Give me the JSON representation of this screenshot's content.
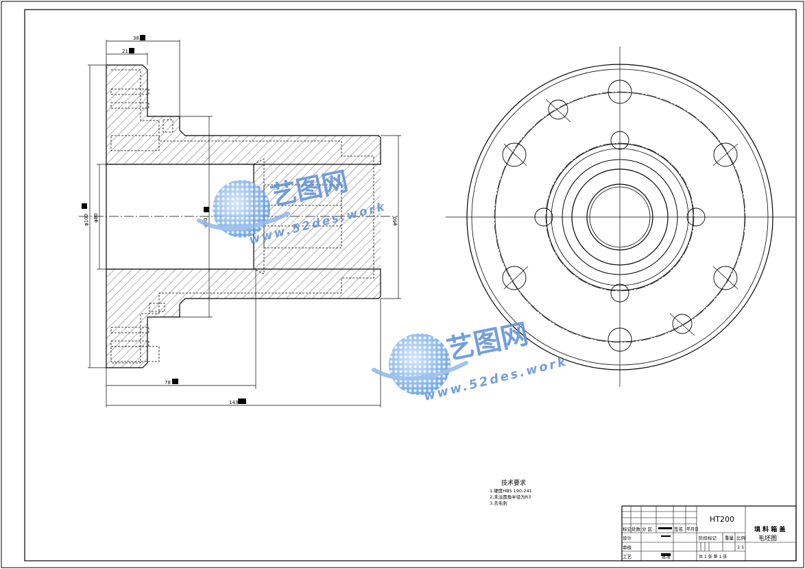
{
  "dimensions": {
    "top_outer": "38",
    "top_inner": "21",
    "left_outer_dia": "φ100",
    "left_inner_dia": "φ80",
    "center_dia": "φ50",
    "right_dia": "φ60",
    "bottom_mid": "78",
    "bottom_total": "143"
  },
  "notes": {
    "title": "技术要求",
    "lines": [
      "1.硬度HBS 190-241",
      "2.未注圆角半径为R3",
      "3.去毛刺"
    ]
  },
  "title_block": {
    "material": "HT200",
    "part_name": "填 料 箱 盖",
    "drawing_type": "毛坯图",
    "scale_value": "1:1",
    "labels": {
      "mark": "标记",
      "count": "处数",
      "zone": "分 区",
      "sign": "签名",
      "date": "年月日",
      "design": "设计",
      "review": "审核",
      "process": "工艺",
      "approve": "批准",
      "stage": "阶段标记",
      "weight": "重量",
      "scale": "比例",
      "sheets": "共 1 张 第 1 张"
    }
  },
  "watermarks": [
    {
      "brand": "艺图网",
      "url": "www.52des.work"
    },
    {
      "brand": "艺图网",
      "url": "www.52des.work"
    }
  ]
}
